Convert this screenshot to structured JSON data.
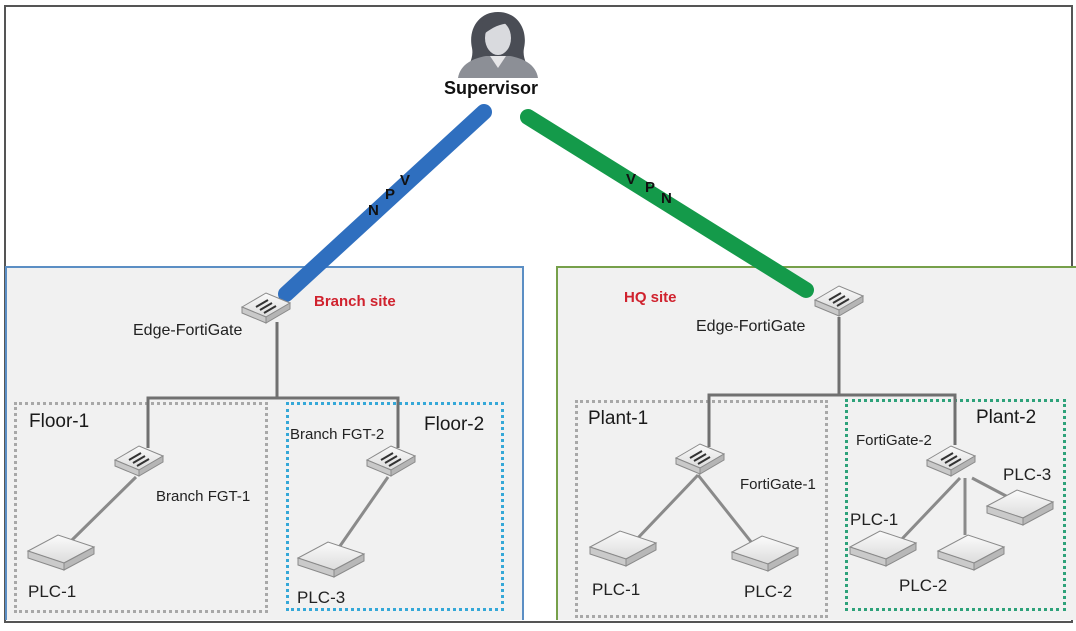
{
  "supervisor": {
    "label": "Supervisor",
    "icon": "user-icon"
  },
  "vpn_links": [
    {
      "name": "branch-vpn",
      "letters": [
        "N",
        "P",
        "V"
      ],
      "color": "#2f6fbf"
    },
    {
      "name": "hq-vpn",
      "letters": [
        "V",
        "P",
        "N"
      ],
      "color": "#149a4a"
    }
  ],
  "branch_site": {
    "label": "Branch site",
    "border_color": "#5b8ec4",
    "edge_device": "Edge-FortiGate",
    "zones": [
      {
        "label": "Floor-1",
        "firewall": "Branch FGT-1",
        "plcs": [
          "PLC-1"
        ]
      },
      {
        "label": "Floor-2",
        "firewall": "Branch FGT-2",
        "plcs": [
          "PLC-3"
        ]
      }
    ]
  },
  "hq_site": {
    "label": "HQ site",
    "border_color": "#76a04a",
    "edge_device": "Edge-FortiGate",
    "zones": [
      {
        "label": "Plant-1",
        "firewall": "FortiGate-1",
        "plcs": [
          "PLC-1",
          "PLC-2"
        ]
      },
      {
        "label": "Plant-2",
        "firewall": "FortiGate-2",
        "plcs": [
          "PLC-1",
          "PLC-2",
          "PLC-3"
        ]
      }
    ]
  }
}
